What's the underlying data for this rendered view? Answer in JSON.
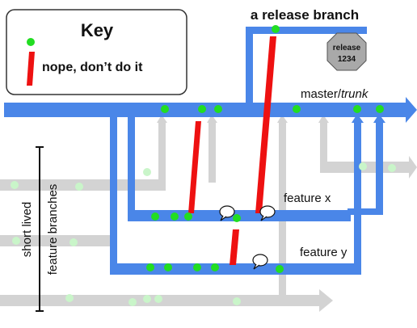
{
  "colors": {
    "branch_blue": "#4a86e8",
    "inactive_gray": "#d0d0d0",
    "commit_green": "#22dd22",
    "commit_light_green": "#c8f3c8",
    "bad_red": "#ee1111"
  },
  "key": {
    "title": "Key",
    "bad_merge_label": "nope, don’t do it"
  },
  "release": {
    "title": "a release branch",
    "badge_line1": "release",
    "badge_line2": "1234",
    "badge_icon": "octagon-tag-icon"
  },
  "trunk": {
    "label_main": "master/",
    "label_italic": "trunk"
  },
  "features": {
    "x_label": "feature x",
    "y_label": "feature y"
  },
  "side_label": {
    "line1": "short lived",
    "line2": "feature branches"
  },
  "icons": {
    "comment": "speech-bubble-icon",
    "commit": "commit-dot-icon"
  }
}
